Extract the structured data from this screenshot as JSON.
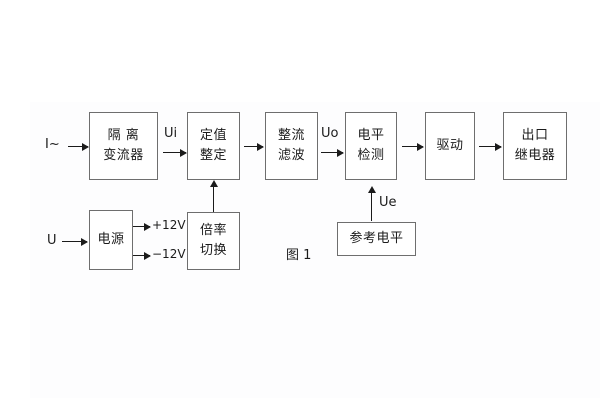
{
  "figure": {
    "caption": "图 1",
    "panel_bg": "#fdfdfe",
    "line_color": "#1b1b1b",
    "box_border": "#6e6e6e"
  },
  "inputs": {
    "current": "I~",
    "voltage": "U"
  },
  "signals": {
    "ui": "Ui",
    "uo": "Uo",
    "ue": "Ue",
    "pos12v": "+12V",
    "neg12v": "−12V"
  },
  "blocks": [
    {
      "id": "isolation-ct",
      "line1": "隔 离",
      "line2": "变流器"
    },
    {
      "id": "setting-value",
      "line1": "定值",
      "line2": "整定"
    },
    {
      "id": "rectify-filter",
      "line1": "整流",
      "line2": "滤波"
    },
    {
      "id": "level-detect",
      "line1": "电平",
      "line2": "检测"
    },
    {
      "id": "drive",
      "line1": "驱动",
      "line2": ""
    },
    {
      "id": "output-relay",
      "line1": "出口",
      "line2": "继电器"
    },
    {
      "id": "power-supply",
      "line1": "电源",
      "line2": ""
    },
    {
      "id": "ratio-switch",
      "line1": "倍率",
      "line2": "切换"
    },
    {
      "id": "reference-level",
      "line1": "参考电平",
      "line2": ""
    }
  ]
}
